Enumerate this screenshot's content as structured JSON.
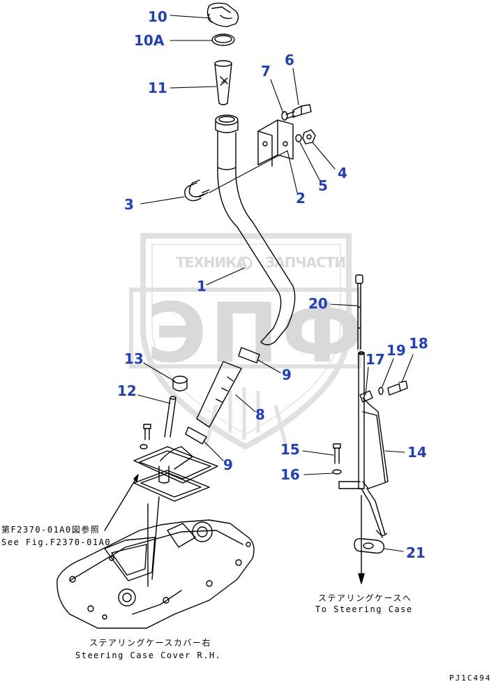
{
  "watermark": {
    "top_left": "ТЕХНИКА",
    "top_right": "ЗАПЧАСТИ",
    "big": "ЭПФ",
    "color": "#d9d9d9"
  },
  "callout_color": "#1e3fbf",
  "callouts": {
    "c10": "10",
    "c10a": "10A",
    "c11": "11",
    "c7": "7",
    "c6": "6",
    "c4": "4",
    "c5": "5",
    "c2": "2",
    "c3": "3",
    "c1": "1",
    "c20": "20",
    "c9a": "9",
    "c13": "13",
    "c12": "12",
    "c8": "8",
    "c9b": "9",
    "c17": "17",
    "c19": "19",
    "c18": "18",
    "c14": "14",
    "c15": "15",
    "c16": "16",
    "c21": "21"
  },
  "notes": {
    "see_fig_jp": "第F2370-01A0図参照",
    "see_fig_en": "See Fig.F2370-01A0",
    "to_case_jp": "ステアリングケースへ",
    "to_case_en": "To Steering Case",
    "cover_jp": "ステアリングケースカバー右",
    "cover_en": "Steering Case Cover R.H.",
    "code": "PJ1C494"
  }
}
